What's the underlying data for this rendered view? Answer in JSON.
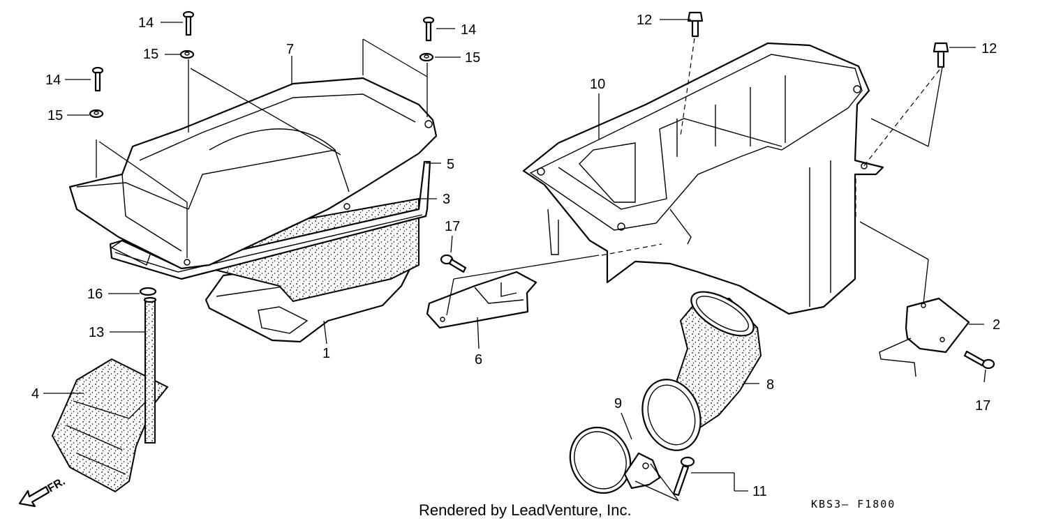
{
  "callouts": {
    "c1": "1",
    "c2": "2",
    "c3": "3",
    "c4": "4",
    "c5": "5",
    "c6": "6",
    "c7": "7",
    "c8": "8",
    "c9": "9",
    "c10": "10",
    "c11": "11",
    "c12a": "12",
    "c12b": "12",
    "c13": "13",
    "c14a": "14",
    "c14b": "14",
    "c14c": "14",
    "c15a": "15",
    "c15b": "15",
    "c15c": "15",
    "c16": "16",
    "c17a": "17",
    "c17b": "17"
  },
  "direction_label": "FR.",
  "footer_text": "Rendered by LeadVenture, Inc.",
  "diagram_code": "KBS3— F1800"
}
